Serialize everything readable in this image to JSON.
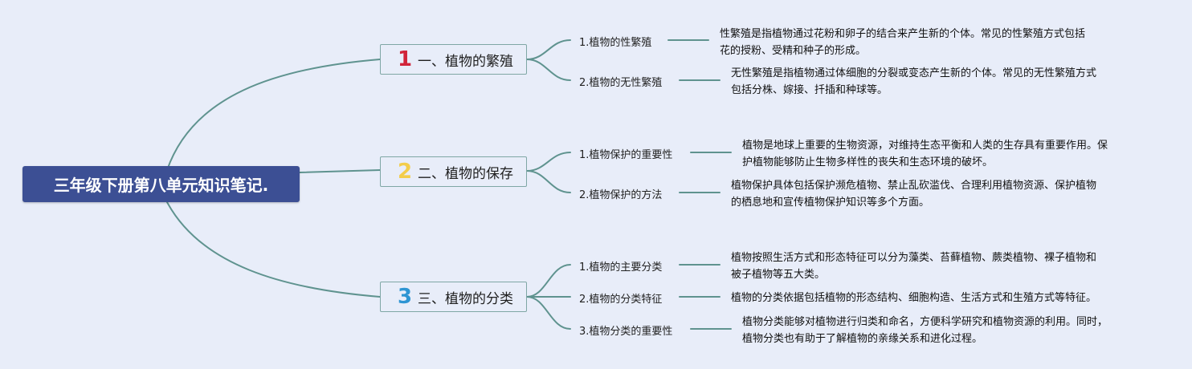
{
  "root": {
    "title": "三年级下册第八单元知识笔记."
  },
  "colors": {
    "background": "#e8edf9",
    "root_fill": "#3c4f94",
    "connector": "#5f938f",
    "num1": "#d1243a",
    "num2": "#f3cd4a",
    "num3": "#2e95d3"
  },
  "branches": [
    {
      "num": "1",
      "label": "一、植物的繁殖",
      "subs": [
        {
          "label": "1.植物的性繁殖",
          "desc": [
            "性繁殖是指植物通过花粉和卵子的结合来产生新的个体。常见的性繁殖方式包括",
            "花的授粉、受精和种子的形成。"
          ]
        },
        {
          "label": "2.植物的无性繁殖",
          "desc": [
            "无性繁殖是指植物通过体细胞的分裂或变态产生新的个体。常见的无性繁殖方式",
            "包括分株、嫁接、扦插和种球等。"
          ]
        }
      ]
    },
    {
      "num": "2",
      "label": "二、植物的保存",
      "subs": [
        {
          "label": "1.植物保护的重要性",
          "desc": [
            "植物是地球上重要的生物资源，对维持生态平衡和人类的生存具有重要作用。保",
            "护植物能够防止生物多样性的丧失和生态环境的破坏。"
          ]
        },
        {
          "label": "2.植物保护的方法",
          "desc": [
            "植物保护具体包括保护濒危植物、禁止乱砍滥伐、合理利用植物资源、保护植物",
            "的栖息地和宣传植物保护知识等多个方面。"
          ]
        }
      ]
    },
    {
      "num": "3",
      "label": "三、植物的分类",
      "subs": [
        {
          "label": "1.植物的主要分类",
          "desc": [
            "植物按照生活方式和形态特征可以分为藻类、苔藓植物、蕨类植物、裸子植物和",
            "被子植物等五大类。"
          ]
        },
        {
          "label": "2.植物的分类特征",
          "desc": [
            "植物的分类依据包括植物的形态结构、细胞构造、生活方式和生殖方式等特征。"
          ]
        },
        {
          "label": "3.植物分类的重要性",
          "desc": [
            "植物分类能够对植物进行归类和命名，方便科学研究和植物资源的利用。同时，",
            "植物分类也有助于了解植物的亲缘关系和进化过程。"
          ]
        }
      ]
    }
  ]
}
